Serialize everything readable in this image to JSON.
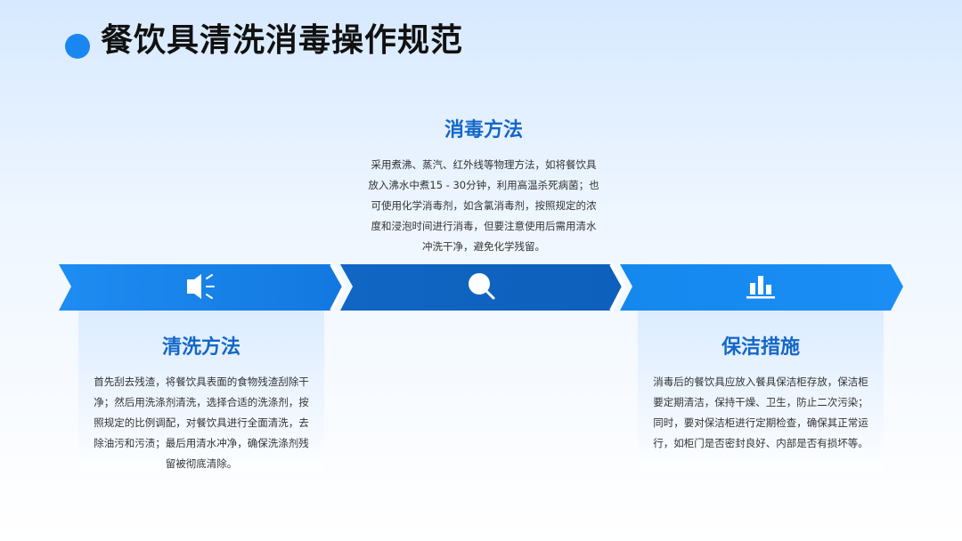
{
  "page": {
    "title": "餐饮具清洗消毒操作规范"
  },
  "colors": {
    "accent": "#1a86f0",
    "arrow_light": "#1582ea",
    "arrow_dark": "#0f68c5",
    "heading": "#1467c7"
  },
  "steps": [
    {
      "icon": "speaker-icon",
      "heading": "清洗方法",
      "body": "首先刮去残渣，将餐饮具表面的食物残渣刮除干净；然后用洗涤剂清洗，选择合适的洗涤剂，按照规定的比例调配，对餐饮具进行全面清洗，去除油污和污渍；最后用清水冲净，确保洗涤剂残留被彻底清除。"
    },
    {
      "icon": "search-icon",
      "heading": "消毒方法",
      "body": "采用煮沸、蒸汽、红外线等物理方法，如将餐饮具放入沸水中煮15 - 30分钟，利用高温杀死病菌；也可使用化学消毒剂，如含氯消毒剂，按照规定的浓度和浸泡时间进行消毒，但要注意使用后需用清水冲洗干净，避免化学残留。"
    },
    {
      "icon": "bar-chart-icon",
      "heading": "保洁措施",
      "body": "消毒后的餐饮具应放入餐具保洁柜存放，保洁柜要定期清洁，保持干燥、卫生，防止二次污染；同时，要对保洁柜进行定期检查，确保其正常运行，如柜门是否密封良好、内部是否有损坏等。"
    }
  ]
}
